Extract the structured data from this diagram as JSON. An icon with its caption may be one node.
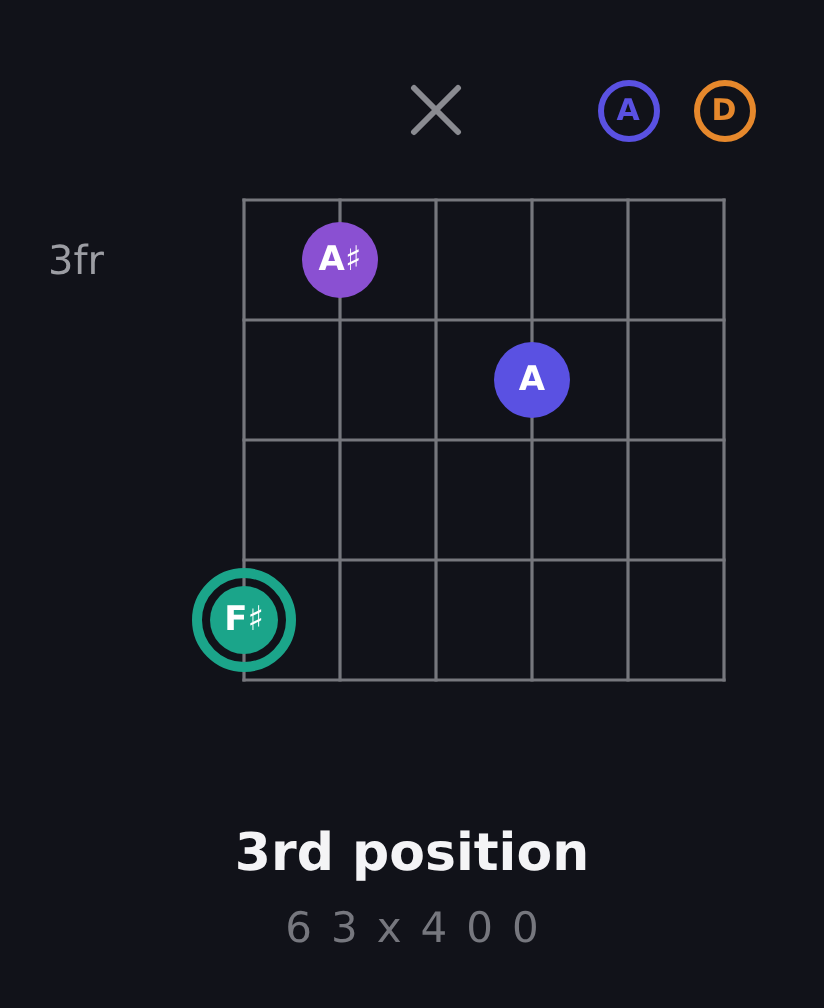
{
  "diagram": {
    "title": "3rd position",
    "caption": "63x400",
    "nodes": [
      {
        "text": [],
        "shape": "cross"
      },
      {
        "text": [
          "A"
        ]
      },
      {
        "text": [
          "D"
        ]
      },
      {
        "text": [
          "A♯"
        ]
      },
      {
        "text": [
          "A"
        ]
      },
      {
        "text": [
          "F♯"
        ]
      }
    ],
    "labels": [
      "3fr"
    ]
  }
}
